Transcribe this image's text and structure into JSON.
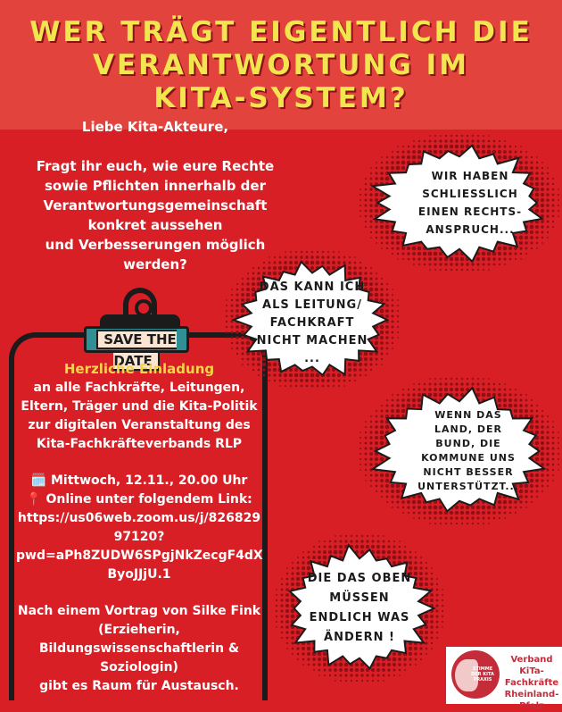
{
  "title_lines": [
    "WER TRÄGT EIGENTLICH DIE",
    "VERANTWORTUNG IM",
    "KITA-SYSTEM?"
  ],
  "intro": {
    "greeting": "Liebe Kita-Akteure,",
    "question_lines": [
      "Fragt ihr euch, wie eure Rechte",
      "sowie Pflichten innerhalb der",
      "Verantwortungsgemeinschaft",
      "konkret aussehen",
      "und Verbesserungen möglich",
      "werden?"
    ]
  },
  "save_the_date": "SAVE THE DATE",
  "invitation": {
    "heading": "Herzliche Einladung",
    "lines": [
      "an alle Fachkräfte, Leitungen,",
      "Eltern, Träger und die Kita-Politik",
      "zur digitalen Veranstaltung des",
      "Kita-Fachkräfteverbands RLP"
    ],
    "date_line": "🗓️ Mittwoch, 12.11., 20.00 Uhr",
    "location_line": "📍 Online unter folgendem Link:",
    "link_lines": [
      "https://us06web.zoom.us/j/826829",
      "97120?",
      "pwd=aPh8ZUDW6SPgjNkZecgF4dX",
      "ByoJJjU.1"
    ],
    "closing_lines": [
      "Nach einem Vortrag von Silke Fink",
      "(Erzieherin,",
      "Bildungswissenschaftlerin &",
      "Soziologin)",
      "gibt es Raum für Austausch."
    ]
  },
  "bubbles": [
    {
      "lines": [
        "WIR HABEN",
        "SCHLIEßLICH",
        "EINEN RECHTS-",
        "ANSPRUCH..."
      ]
    },
    {
      "lines": [
        "DAS KANN ICH",
        "ALS LEITUNG/",
        "FACHKRAFT",
        "NICHT MACHEN",
        "..."
      ]
    },
    {
      "lines": [
        "WENN DAS",
        "LAND, DER",
        "BUND, DIE",
        "KOMMUNE UNS",
        "NICHT BESSER",
        "UNTERSTÜTZT..."
      ]
    },
    {
      "lines": [
        "DIE DAS OBEN",
        "MÜSSEN",
        "ENDLICH WAS",
        "ÄNDERN !"
      ]
    }
  ],
  "logo": {
    "seal_text": "STIMME DER KITA PRAXIS",
    "text_lines": [
      "Verband",
      "KiTa-Fachkräfte",
      "Rheinland-Pfalz"
    ]
  },
  "colors": {
    "background": "#d81f26",
    "header": "#e2433c",
    "title": "#f3e54f",
    "highlight": "#f6d44a",
    "save_the_date": "#2f8f95"
  }
}
